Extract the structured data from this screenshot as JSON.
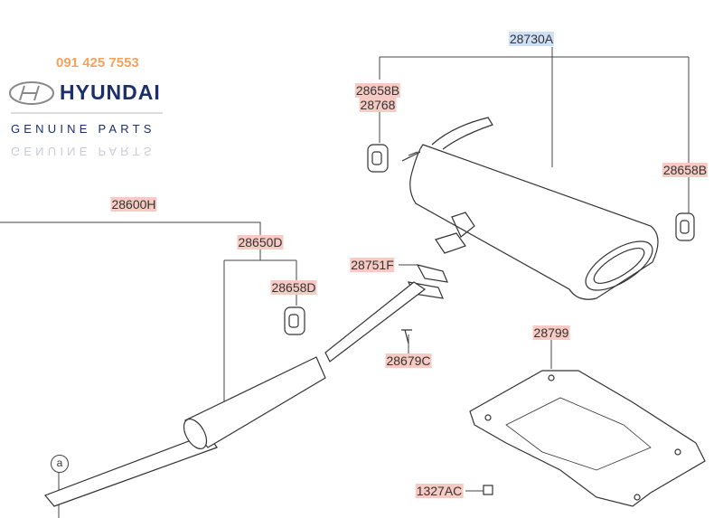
{
  "logo": {
    "phone": "091 425 7553",
    "brand": "HYUNDAI",
    "tagline": "GENUINE PARTS"
  },
  "callouts": {
    "muffler_assy": "28730A",
    "hanger_left": "28658B",
    "hanger_left_2": "28768",
    "hanger_right": "28658B",
    "front_pipe": "28600H",
    "center_muffler": "28650D",
    "hanger_center": "28658D",
    "gasket": "28751F",
    "bolt": "28679C",
    "heat_protector": "28799",
    "nut": "1327AC",
    "ref_a": "a"
  },
  "colors": {
    "part_highlight": "#f7cbc4",
    "assy_highlight": "#cfe0f6",
    "brand": "#1b2f6b",
    "phone": "#f2a35f"
  }
}
